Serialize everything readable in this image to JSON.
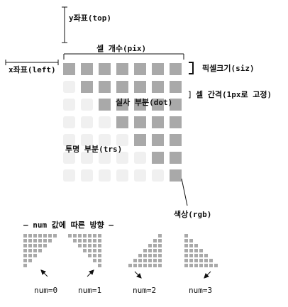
{
  "labels": {
    "y_coord": "y좌표(top)",
    "x_coord": "x좌표(left)",
    "cell_count": "셀 개수(pix)",
    "pixel_size": "픽셀크기(siz)",
    "cell_gap": "셀 간격(1px로 고정)",
    "solid_part": "실사 부분(dot)",
    "transparent_part": "투명 부분(trs)",
    "color": "색상(rgb)",
    "direction_title": "— num 값에 따른 방향 —"
  },
  "num_variants": [
    "num=0",
    "num=1",
    "num=2",
    "num=3"
  ],
  "colors": {
    "solid_cell": "#a9a9a9",
    "transparent_cell": "#f0f0f0",
    "line": "#111111"
  }
}
